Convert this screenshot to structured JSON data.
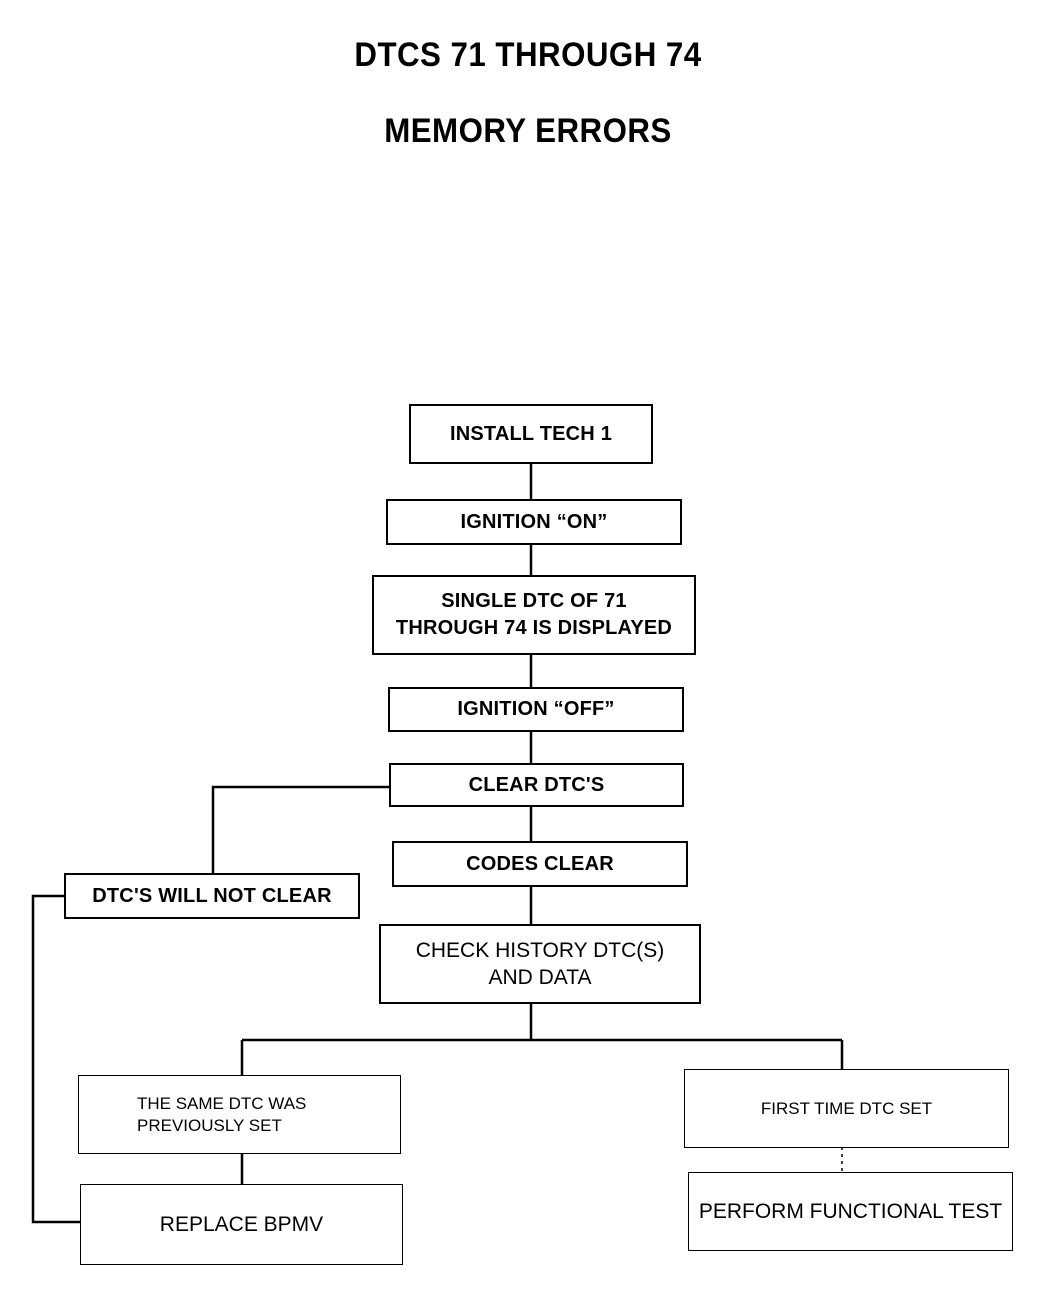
{
  "header": {
    "title": "DTCS 71 THROUGH 74",
    "subtitle": "MEMORY ERRORS"
  },
  "flowchart": {
    "steps": {
      "install_tech1": "INSTALL TECH 1",
      "ignition_on": "IGNITION “ON”",
      "single_dtc": "SINGLE DTC OF 71\nTHROUGH 74 IS DISPLAYED",
      "ignition_off": "IGNITION “OFF”",
      "clear_dtcs": "CLEAR DTC'S",
      "codes_clear": "CODES CLEAR",
      "dtcs_will_not_clear": "DTC'S WILL NOT CLEAR",
      "check_history": "CHECK HISTORY DTC(S)\nAND DATA",
      "same_dtc": "THE SAME DTC WAS\nPREVIOUSLY SET",
      "first_time": "FIRST TIME DTC SET",
      "replace_bpmv": "REPLACE BPMV",
      "perform_test": "PERFORM FUNCTIONAL TEST"
    }
  }
}
